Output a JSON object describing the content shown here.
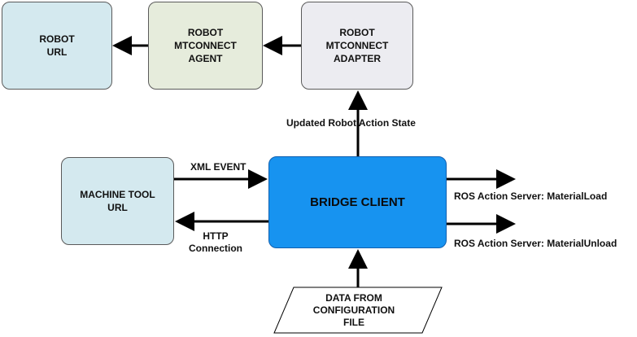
{
  "boxes": {
    "robot_url": "ROBOT\nURL",
    "robot_agent": "ROBOT\nMTCONNECT\nAGENT",
    "robot_adapter": "ROBOT\nMTCONNECT\nADAPTER",
    "machine_tool_url": "MACHINE TOOL\nURL",
    "bridge_client": "BRIDGE CLIENT",
    "config_file": "DATA FROM\nCONFIGURATION\nFILE"
  },
  "labels": {
    "updated_state": "Updated Robot Action State",
    "xml_event": "XML EVENT",
    "http_connection": "HTTP\nConnection",
    "material_load": "ROS Action Server: MaterialLoad",
    "material_unload": "ROS Action Server: MaterialUnload"
  }
}
